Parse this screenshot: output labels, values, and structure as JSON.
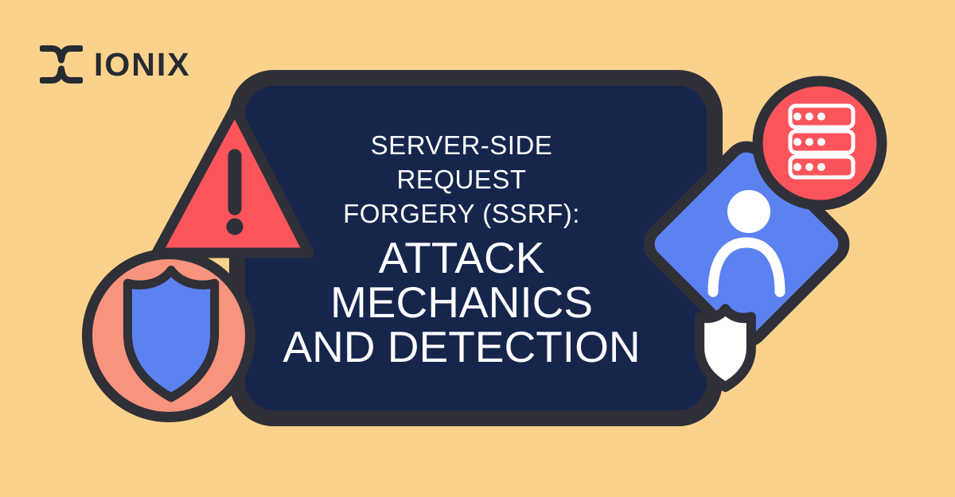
{
  "brand": {
    "name": "IONIX"
  },
  "headline": {
    "kicker_lines": [
      "SERVER-SIDE",
      "REQUEST",
      "FORGERY (SSRF):"
    ],
    "title_lines": [
      "ATTACK",
      "MECHANICS",
      "AND DETECTION"
    ]
  },
  "icons": [
    "ionix-logo-icon",
    "warning-triangle-icon",
    "shield-circle-icon",
    "user-diamond-icon",
    "server-circle-icon",
    "shield-icon"
  ],
  "colors": {
    "background": "#FAD28C",
    "panel": "#16254C",
    "outline": "#2F3038",
    "red": "#FB545B",
    "salmon": "#F8937E",
    "blue": "#5C82F1",
    "white": "#FFFFFF",
    "logo_ink": "#262B33",
    "headline_ink": "#FFFFFF"
  }
}
